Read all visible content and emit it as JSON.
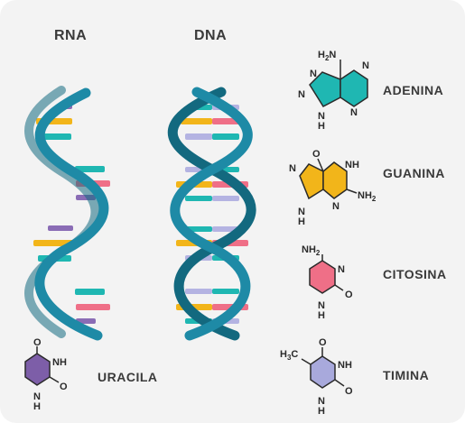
{
  "titles": {
    "rna": "RNA",
    "dna": "DNA"
  },
  "bases": {
    "adenina": {
      "name": "ADENINA",
      "color": "#1fb7b2",
      "atoms": {
        "h2n": "H2N",
        "n1": "N",
        "n2": "N",
        "n3": "N",
        "nh": "N\nH",
        "n4": "N"
      }
    },
    "guanina": {
      "name": "GUANINA",
      "color": "#f2b51a",
      "atoms": {
        "o": "O",
        "nh": "NH",
        "n1": "N",
        "nh2": "NH2",
        "n2": "N",
        "nh_bottom": "N\nH"
      }
    },
    "citosina": {
      "name": "CITOSINA",
      "color": "#ef6f87",
      "atoms": {
        "nh2": "NH2",
        "n": "N",
        "o": "O",
        "nh": "N\nH"
      }
    },
    "timina": {
      "name": "TIMINA",
      "color": "#a8a9dc",
      "atoms": {
        "o": "O",
        "h3c": "H3C",
        "nh": "NH",
        "o2": "O",
        "nh_bottom": "N\nH"
      }
    },
    "uracila": {
      "name": "URACILA",
      "color": "#7d5ea8",
      "atoms": {
        "o": "O",
        "nh": "NH",
        "o2": "O",
        "nh_bottom": "N\nH"
      }
    }
  },
  "colors": {
    "helix": "#1e8aa6",
    "helix_dark": "#13697f",
    "rna_purple": "#8a6cb5",
    "rna_yellow": "#f2b51a",
    "rna_teal": "#1fb7b2",
    "rna_pink": "#ef6f87",
    "dna_lilac": "#b4b3e2"
  }
}
